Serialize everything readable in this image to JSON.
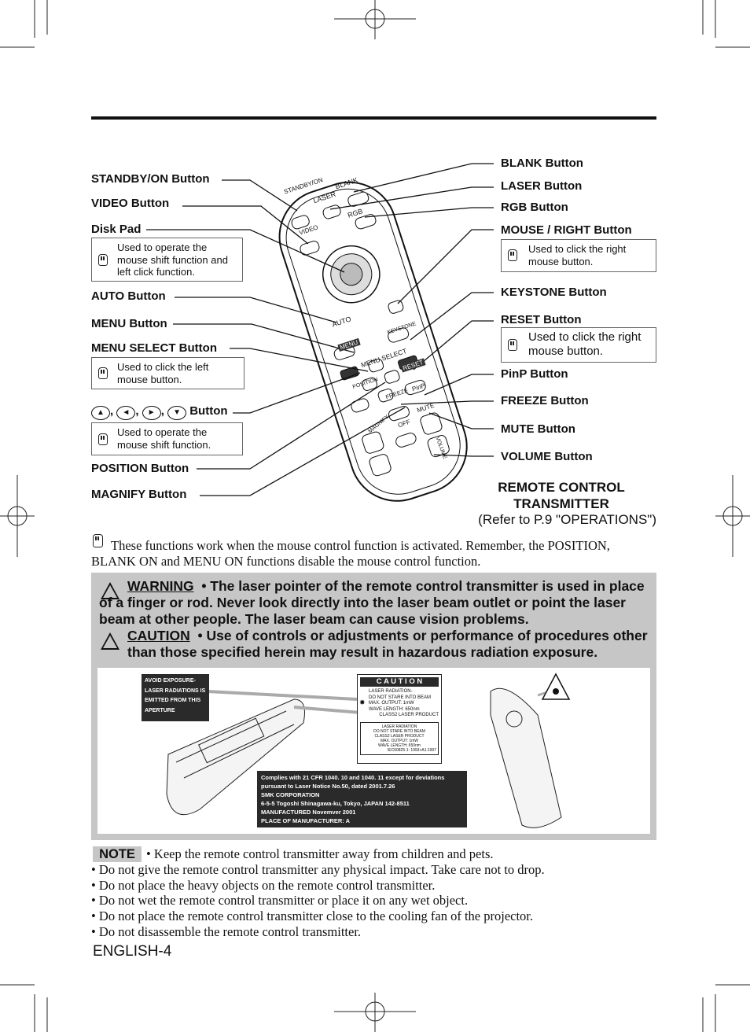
{
  "labels_left": {
    "standby": "STANDBY/ON Button",
    "video": "VIDEO Button",
    "disk_pad": "Disk Pad",
    "disk_pad_note": "Used to operate the mouse shift function and left click function.",
    "auto": "AUTO Button",
    "menu": "MENU Button",
    "menu_select": "MENU SELECT Button",
    "menu_select_note": "Used to click the left mouse button.",
    "arrows": "Button",
    "arrows_note": "Used to operate the mouse shift function.",
    "position": "POSITION Button",
    "magnify": "MAGNIFY Button"
  },
  "labels_right": {
    "blank": "BLANK Button",
    "laser": "LASER Button",
    "rgb": "RGB Button",
    "mouse_right": "MOUSE / RIGHT Button",
    "mouse_right_note": "Used to click the right mouse button.",
    "keystone": "KEYSTONE Button",
    "reset": "RESET Button",
    "reset_note": "Used to click the right mouse button.",
    "pinp": "PinP Button",
    "freeze": "FREEZE Button",
    "mute": "MUTE Button",
    "volume": "VOLUME Button"
  },
  "remote_labels": {
    "standby": "STANDBY/ON",
    "laser": "LASER",
    "blank": "BLANK",
    "rgb": "RGB",
    "video": "VIDEO",
    "auto": "AUTO",
    "keystone": "KEYSTONE",
    "menu": "MENU",
    "menu_select": "MENU SELECT",
    "reset": "RESET",
    "position": "POSITION",
    "freeze": "FREEZE",
    "pinp": "PinP",
    "magnify": "MAGNIFY",
    "mute": "MUTE",
    "off": "OFF",
    "volume": "VOLUME"
  },
  "caption": {
    "line1": "REMOTE CONTROL",
    "line2": "TRANSMITTER",
    "line3": "(Refer to P.9 \"OPERATIONS\")"
  },
  "mouse_note": "These functions work when the mouse control function is activated. Remember, the POSITION, BLANK ON and MENU ON functions disable the mouse control function.",
  "warning": {
    "title": "WARNING",
    "text": "• The laser pointer of the remote control transmitter is used in place of a finger or rod. Never look directly into the laser beam outlet or point the laser beam at other people. The laser beam can cause vision problems."
  },
  "caution": {
    "title": "CAUTION",
    "text": "• Use of controls or adjustments or performance of procedures other than those specified herein may result in hazardous radiation exposure."
  },
  "aperture_label": [
    "AVOID EXPOSURE-",
    "LASER RADIATIONS IS",
    "EMITTED FROM THIS",
    "APERTURE"
  ],
  "caution_label": {
    "title": "C A U T I O N",
    "lines": [
      "LASER RADIATION-",
      "DO NOT STARE INTO BEAM",
      "MAX. OUTPUT: 1mW",
      "WAVE LENGTH: 650nm",
      "CLASS2 LASER PRODUCT"
    ],
    "inner": [
      "LASER RADIATION",
      "DO NOT STARE INTO BEAM",
      "CLASS2 LASER PRODUCT",
      "MAX. OUTPUT: 1mW",
      "WAVE LENGTH: 650nm",
      "IEC60825-1: 1993+A1:1997"
    ]
  },
  "compliance_label": [
    "Complies with 21 CFR 1040. 10 and 1040. 11 except for deviations",
    "pursuant to Laser Notice No.50, dated 2001.7.26",
    "SMK CORPORATION",
    "6-5-5 Togoshi Shinagawa-ku, Tokyo, JAPAN 142-8511",
    "MANUFACTURED Novemver 2001",
    "PLACE OF MANUFACTURER: A"
  ],
  "note": {
    "tag": "NOTE",
    "items": [
      "• Keep the remote control transmitter away from children and pets.",
      "• Do not give the remote control transmitter any physical impact. Take care not to drop.",
      "• Do not place the heavy objects on the remote control transmitter.",
      "• Do not wet the remote control transmitter or place it on any wet object.",
      "• Do not place the remote control transmitter close to the cooling fan of the projector.",
      "• Do not disassemble the remote control transmitter."
    ]
  },
  "footer": "ENGLISH-4",
  "colors": {
    "warning_bg": "#c6c6c6",
    "label_bg": "#2a2a2a"
  }
}
